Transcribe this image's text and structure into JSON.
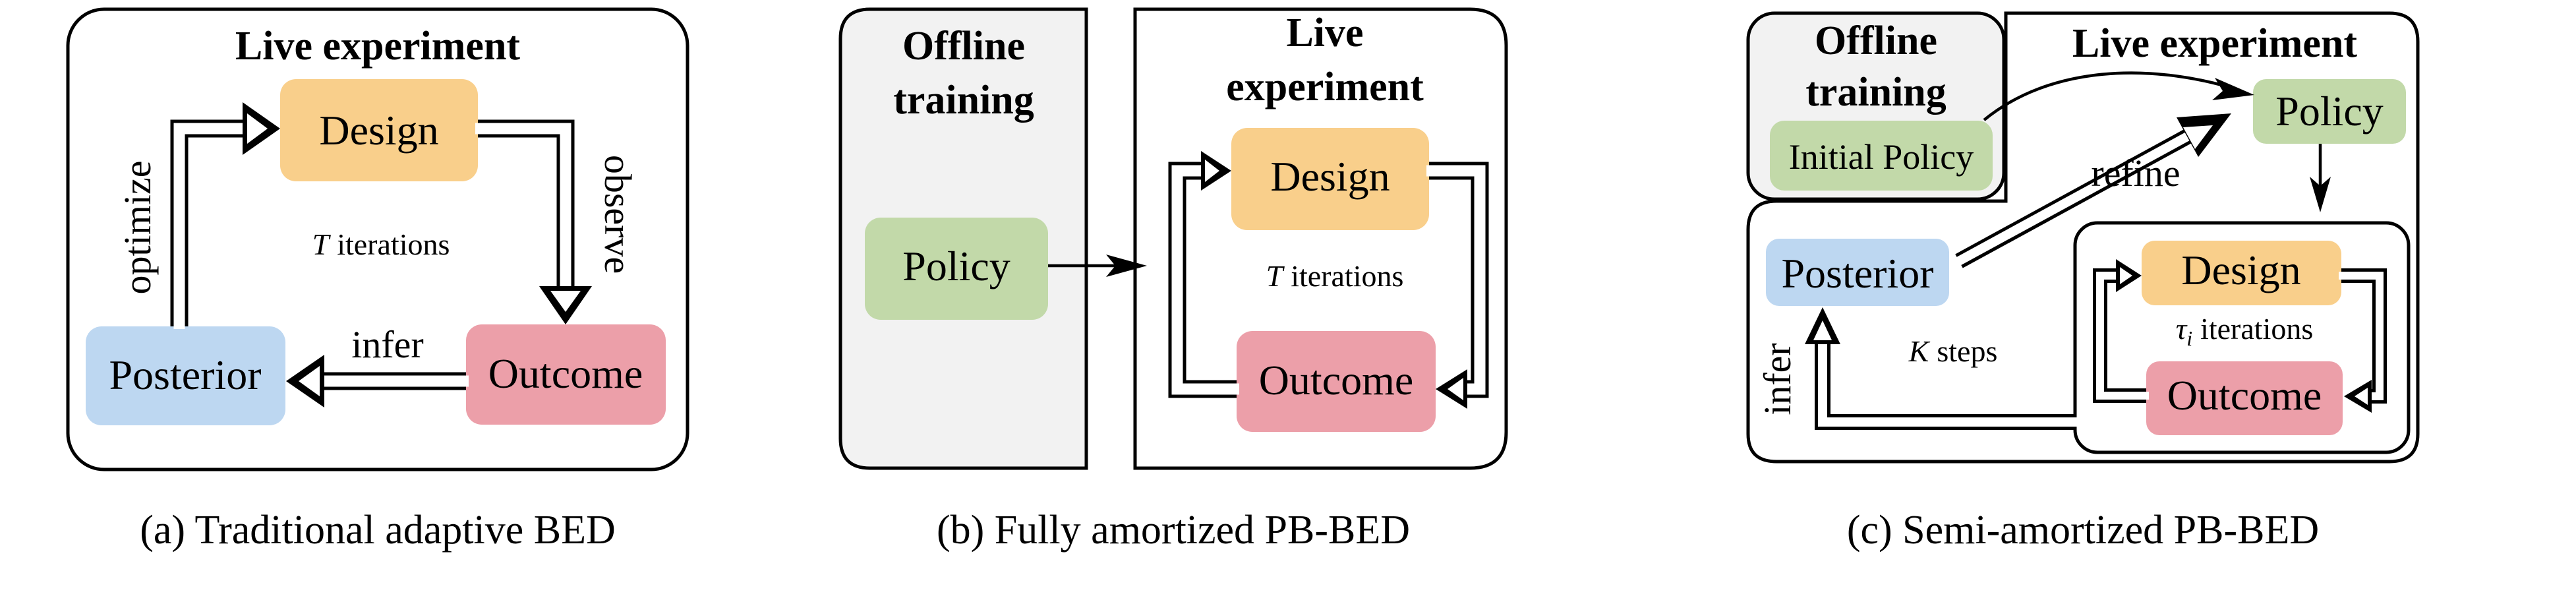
{
  "colors": {
    "design": "#f9cf8b",
    "outcome": "#ec9fa9",
    "posterior": "#bdd7f1",
    "policy": "#c2d9a9"
  },
  "panel_a": {
    "title": "Live experiment",
    "design": "Design",
    "outcome": "Outcome",
    "posterior": "Posterior",
    "optimize": "optimize",
    "observe": "observe",
    "infer": "infer",
    "iter_var": "T",
    "iter_text": "iterations",
    "caption": "(a) Traditional adaptive BED"
  },
  "panel_b": {
    "offline_title_1": "Offline",
    "offline_title_2": "training",
    "live_title_1": "Live",
    "live_title_2": "experiment",
    "policy": "Policy",
    "design": "Design",
    "outcome": "Outcome",
    "iter_var": "T",
    "iter_text": "iterations",
    "caption": "(b) Fully amortized PB-BED"
  },
  "panel_c": {
    "offline_title_1": "Offline",
    "offline_title_2": "training",
    "live_title": "Live experiment",
    "initial_policy": "Initial Policy",
    "policy": "Policy",
    "refine": "refine",
    "posterior": "Posterior",
    "infer": "infer",
    "steps_var": "K",
    "steps_text": "steps",
    "design": "Design",
    "outcome": "Outcome",
    "iter_var": "τ",
    "iter_sub": "i",
    "iter_text": "iterations",
    "caption": "(c) Semi-amortized PB-BED"
  }
}
